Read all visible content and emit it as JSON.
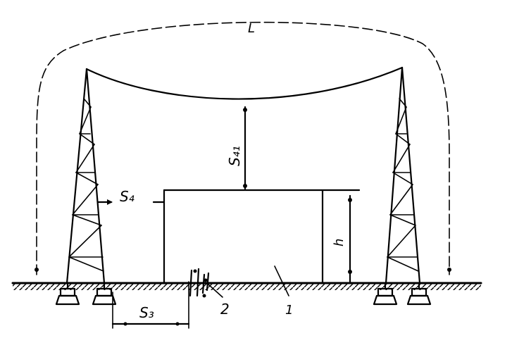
{
  "labels": {
    "span": "L",
    "clearance_vertical": "S₄₁",
    "clearance_side": "S₄",
    "height": "h",
    "ground_distance": "S₃",
    "item_2": "2",
    "item_1": "1"
  }
}
